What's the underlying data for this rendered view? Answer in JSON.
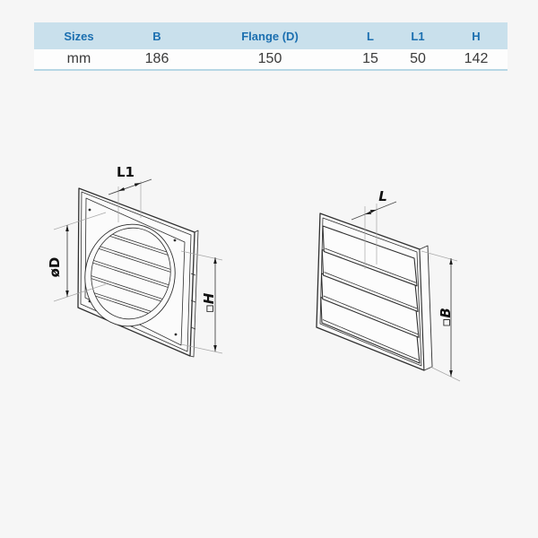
{
  "page": {
    "background": "#f6f6f6"
  },
  "table": {
    "header_bg": "#c9e0ec",
    "header_text_color": "#1b6fb0",
    "underline_color": "#b7d7e5",
    "columns": [
      {
        "label": "Sizes",
        "value": "mm"
      },
      {
        "label": "B",
        "value": "186"
      },
      {
        "label": "Flange (D)",
        "value": "150"
      },
      {
        "label": "L",
        "value": "15"
      },
      {
        "label": "L1",
        "value": "50"
      },
      {
        "label": "H",
        "value": "142"
      }
    ]
  },
  "diagrams": {
    "front_view": {
      "dim_l1": "L1",
      "dim_d": "øD",
      "dim_h": "▫H"
    },
    "louver_view": {
      "dim_l": "L",
      "dim_b": "▫B"
    }
  }
}
